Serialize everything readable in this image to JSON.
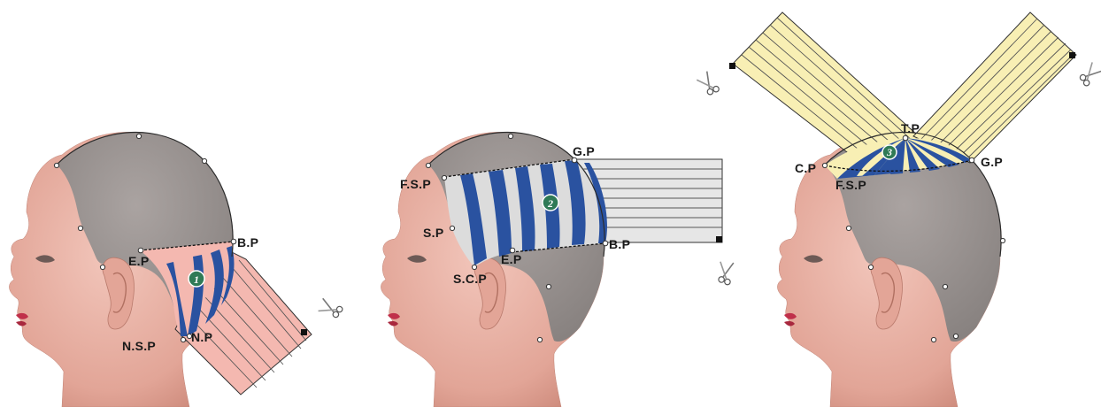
{
  "colors": {
    "skin": "#e9b2a6",
    "skin_shade": "#d79486",
    "hair": "#9a9391",
    "blue": "#2a52a0",
    "stripe_light": "#dcdcdc",
    "strip_pink": "#f4b8b0",
    "strip_gray": "#e6e6e6",
    "strip_yellow": "#f8efb4",
    "lips": "#c0304a"
  },
  "panels": [
    {
      "section_number": "1",
      "strip_color": "pink",
      "labels": {
        "bp": "B.P",
        "ep": "E.P",
        "nsp": "N.S.P",
        "np": "N.P"
      }
    },
    {
      "section_number": "2",
      "strip_color": "gray",
      "labels": {
        "gp": "G.P",
        "fsp": "F.S.P",
        "sp": "S.P",
        "ep": "E.P",
        "bp": "B.P",
        "scp": "S.C.P"
      }
    },
    {
      "section_number": "3",
      "strip_color": "yellow",
      "labels": {
        "tp": "T.P",
        "cp": "C.P",
        "gp": "G.P",
        "fsp": "F.S.P"
      }
    }
  ],
  "icons": [
    "scissors-icon"
  ]
}
